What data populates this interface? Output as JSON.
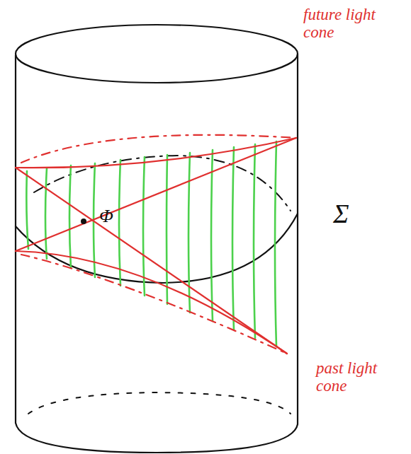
{
  "diagram": {
    "labels": [
      "future light cone",
      "Σ",
      "past light cone",
      "Φ"
    ]
  }
}
